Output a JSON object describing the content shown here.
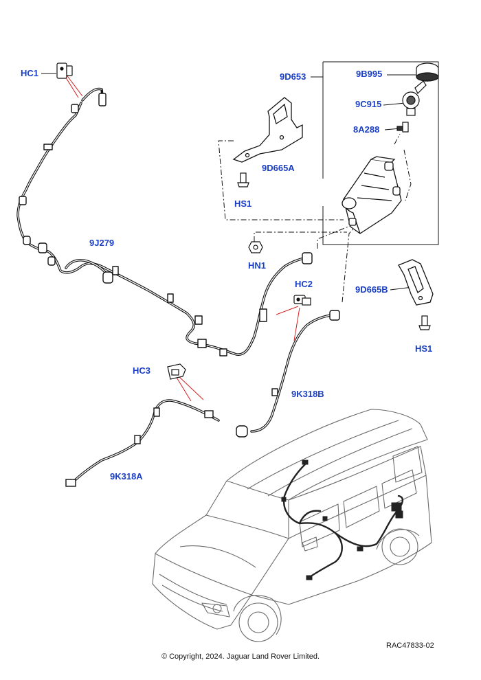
{
  "callouts": {
    "hc1": "HC1",
    "d653": "9D653",
    "b995": "9B995",
    "c915": "9C915",
    "a288": "8A288",
    "d665a": "9D665A",
    "hs1_top": "HS1",
    "hn1": "HN1",
    "j279": "9J279",
    "hc2": "HC2",
    "d665b": "9D665B",
    "hs1_right": "HS1",
    "hc3": "HC3",
    "k318b": "9K318B",
    "k318a": "9K318A"
  },
  "footer": {
    "reference": "RAC47833-02",
    "copyright": "© Copyright, 2024. Jaguar Land Rover Limited."
  },
  "colors": {
    "label_blue": "#1a3fc4",
    "leader_red": "#d42020",
    "line": "#111111",
    "car_line": "#6a6a6a"
  }
}
